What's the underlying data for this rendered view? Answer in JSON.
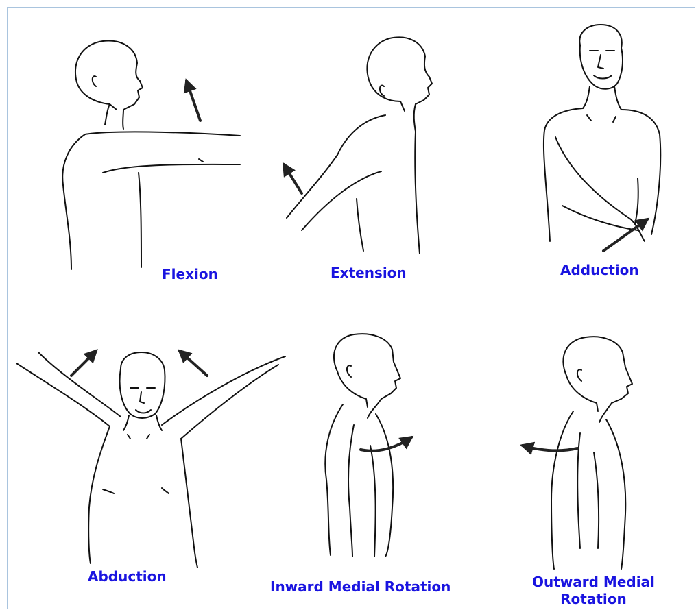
{
  "movements": [
    {
      "label": "Flexion"
    },
    {
      "label": "Extension"
    },
    {
      "label": "Adduction"
    },
    {
      "label": "Abduction"
    },
    {
      "label": "Inward Medial Rotation"
    },
    {
      "label": "Outward Medial Rotation",
      "label_line1": "Outward Medial",
      "label_line2": "Rotation"
    }
  ],
  "colors": {
    "caption": "#1a14e0",
    "line_art": "#111111",
    "arrow": "#222222",
    "frame_border": "#a9c4de",
    "background": "#ffffff"
  }
}
